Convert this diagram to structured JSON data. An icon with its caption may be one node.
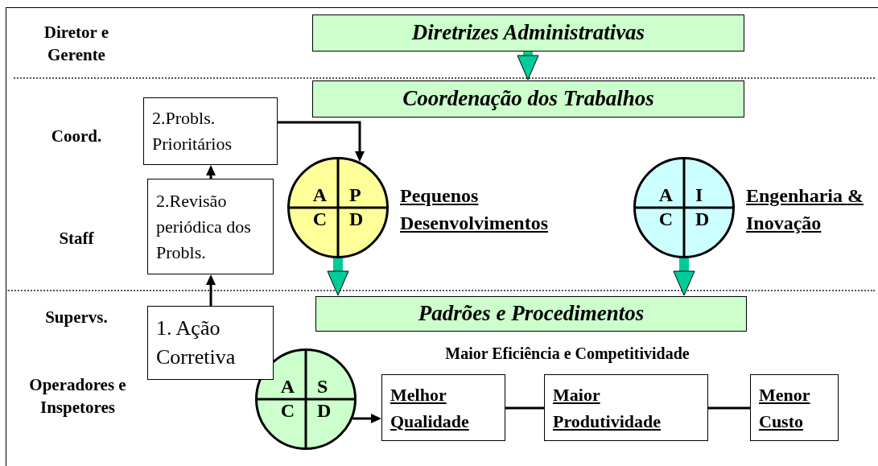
{
  "diagram": {
    "nodes": [
      {
        "text": [
          "Diretrizes Administrativas"
        ]
      },
      {
        "text": [
          "Coordenação dos Trabalhos"
        ]
      },
      {
        "text": [
          "2.Probls. Prioritários"
        ]
      },
      {
        "text": [
          "2.Revisão periódica dos Probls."
        ]
      },
      {
        "text": [
          "1. Ação Corretiva"
        ]
      },
      {
        "text": [
          "A",
          "P",
          "C",
          "D"
        ],
        "beside": [
          "Pequenos Desenvolvimentos"
        ]
      },
      {
        "text": [
          "A",
          "I",
          "C",
          "D"
        ],
        "beside": [
          "Engenharia & Inovação"
        ]
      },
      {
        "text": [
          "Padrões e Procedimentos"
        ]
      },
      {
        "text": [
          "A",
          "S",
          "C",
          "D"
        ]
      },
      {
        "text": [
          "Melhor Qualidade"
        ]
      },
      {
        "text": [
          "Maior Produtividade"
        ]
      },
      {
        "text": [
          "Menor Custo"
        ]
      }
    ],
    "edges": [
      {
        "from": 0,
        "to": 1,
        "arrow": "to",
        "style": "thick",
        "color": "#00cc99"
      },
      {
        "from": 2,
        "to": 5,
        "arrow": "to"
      },
      {
        "from": 3,
        "to": 2,
        "arrow": "to"
      },
      {
        "from": 4,
        "to": 3,
        "arrow": "to"
      },
      {
        "from": 5,
        "to": 7,
        "arrow": "to",
        "style": "thick",
        "color": "#00cc99"
      },
      {
        "from": 6,
        "to": 7,
        "arrow": "to",
        "style": "thick",
        "color": "#00cc99"
      },
      {
        "from": 8,
        "to": 9,
        "arrow": "to"
      },
      {
        "from": 9,
        "to": 10,
        "arrow": "none"
      },
      {
        "from": 10,
        "to": 11,
        "arrow": "none"
      }
    ],
    "labels": [
      "Diretor e Gerente",
      "Coord.",
      "Staff",
      "Supervs.",
      "Operadores e Inspetores",
      "Maior Eficiência e Competitividade"
    ]
  }
}
